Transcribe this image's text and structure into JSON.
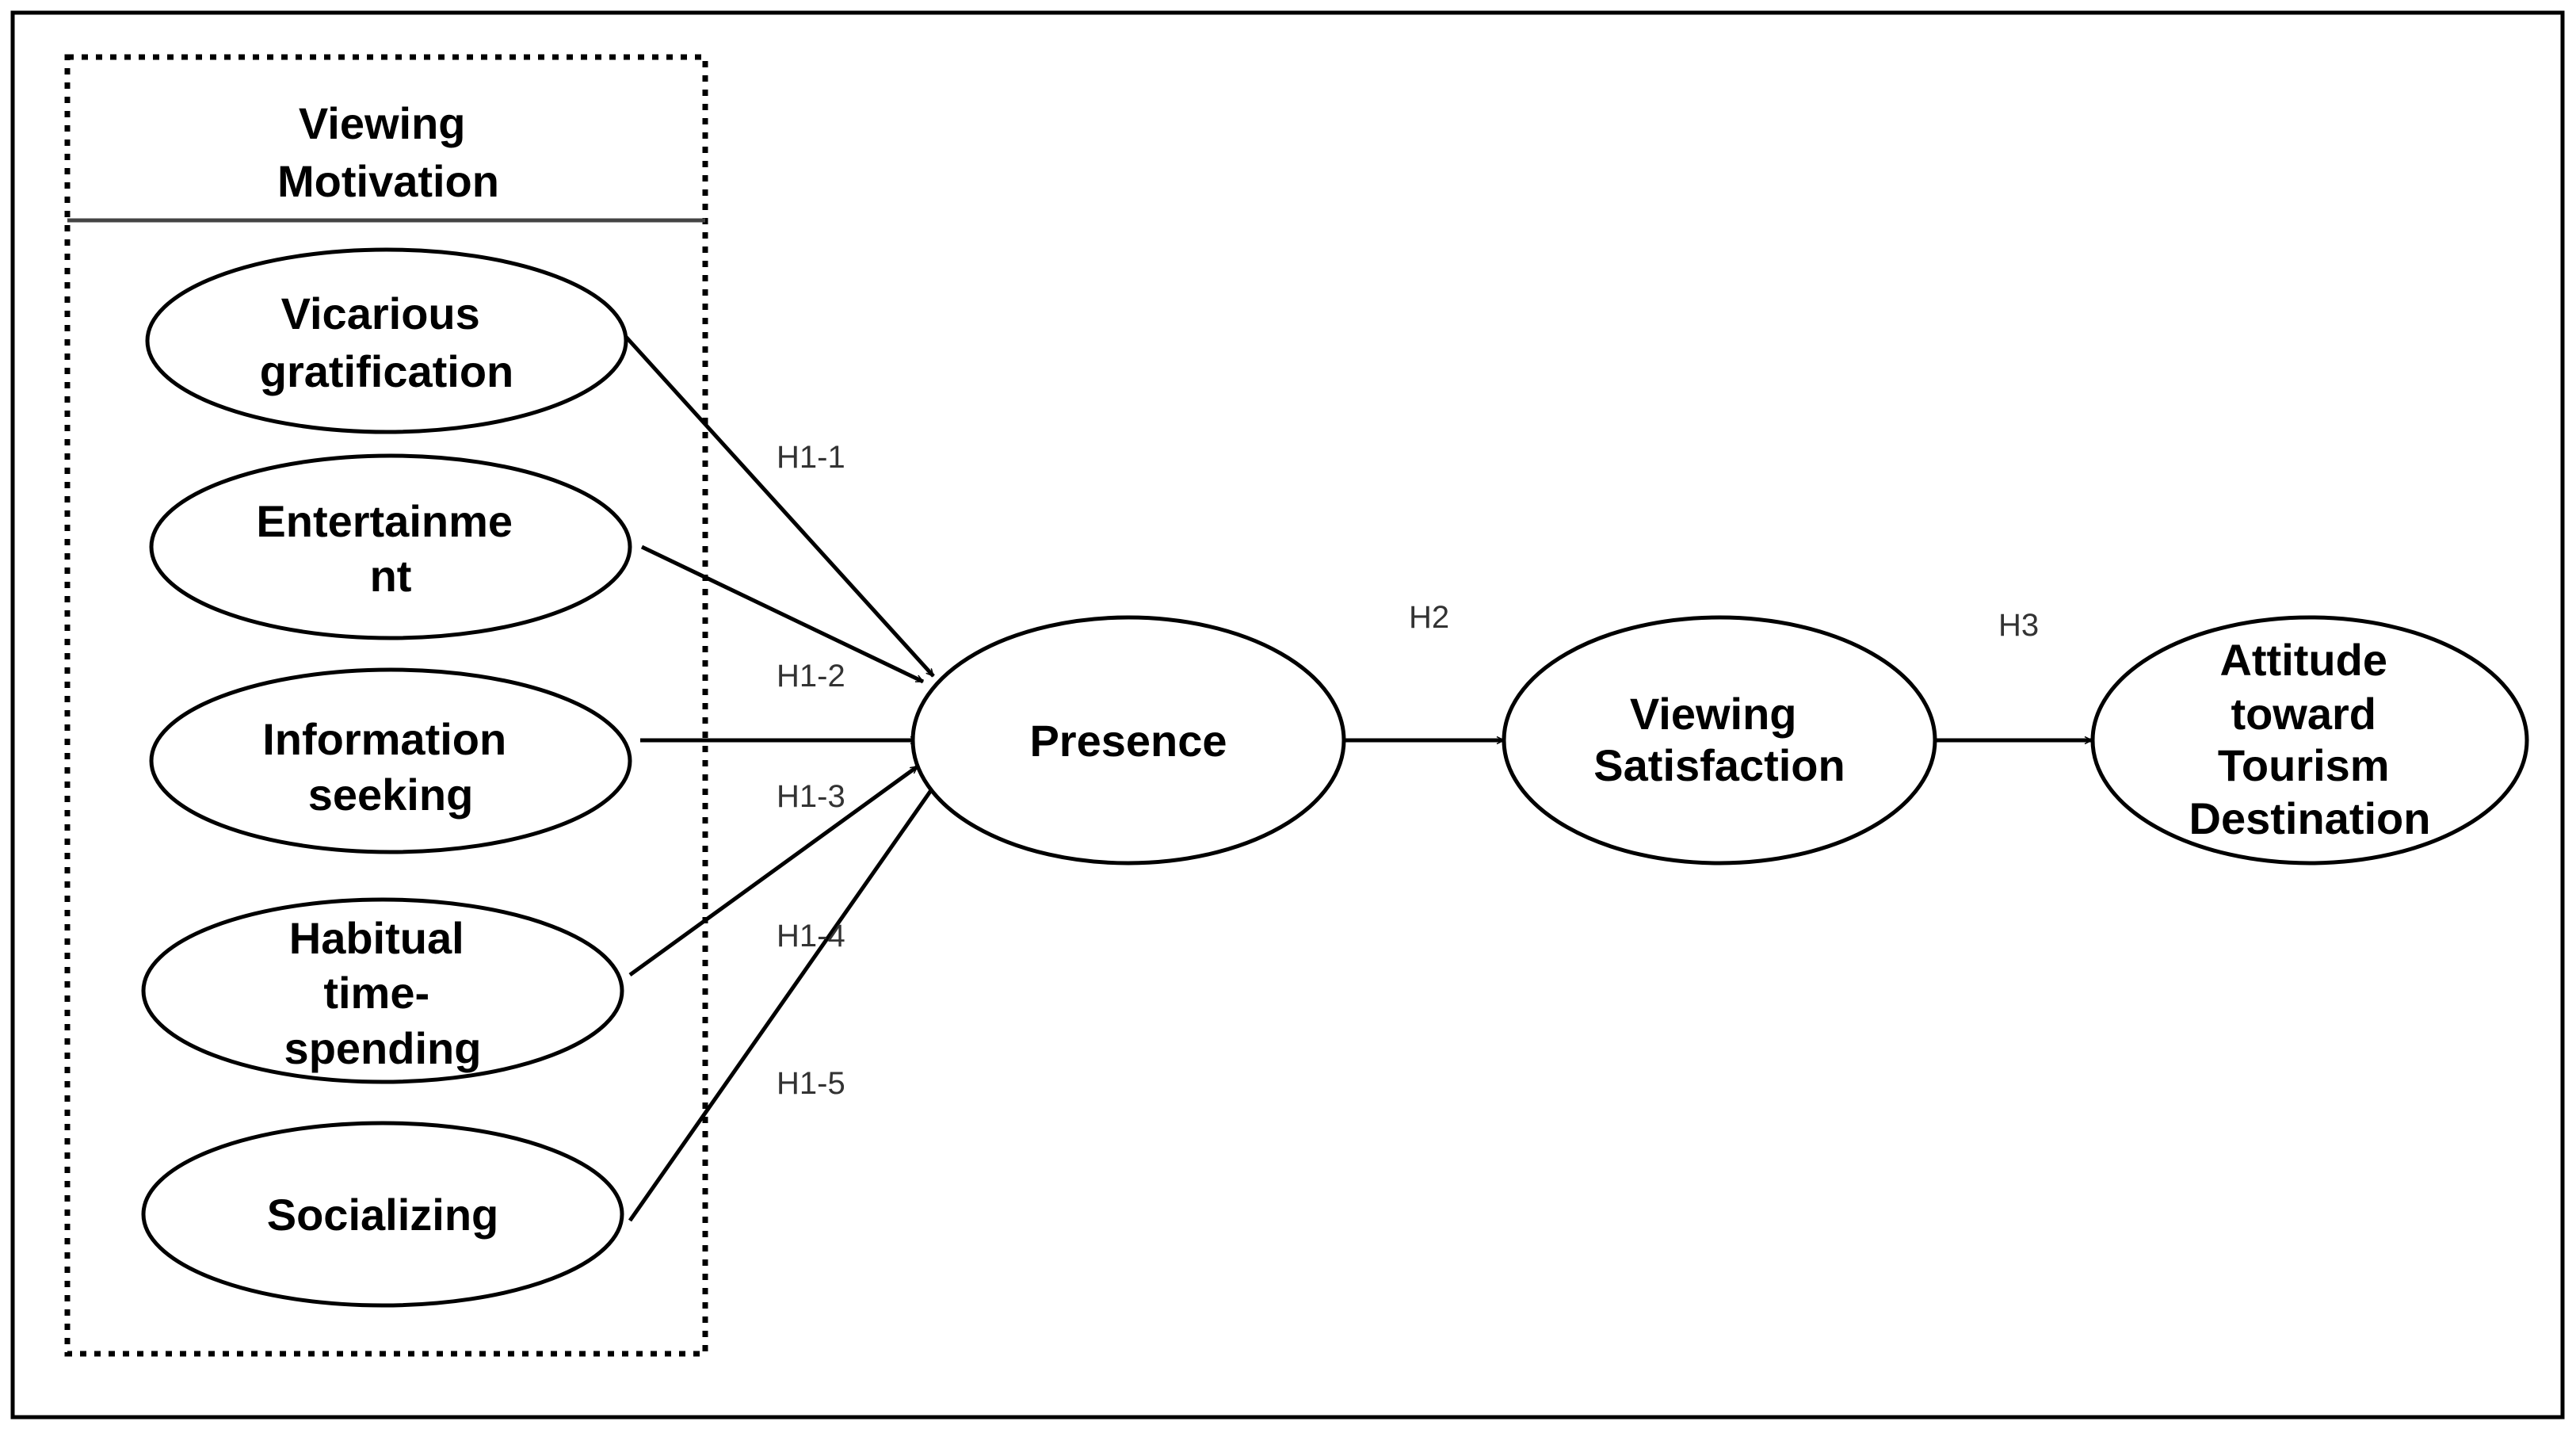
{
  "group": {
    "title_lines": [
      "Viewing",
      "Motivation"
    ]
  },
  "nodes": {
    "vicarious": {
      "lines": [
        "Vicarious",
        "gratification"
      ]
    },
    "entertainment": {
      "lines": [
        "Entertainme",
        "nt"
      ]
    },
    "information": {
      "lines": [
        "Information",
        "seeking"
      ]
    },
    "habitual": {
      "lines": [
        "Habitual",
        "time-",
        "spending"
      ]
    },
    "socializing": {
      "lines": [
        "Socializing"
      ]
    },
    "presence": {
      "lines": [
        "Presence"
      ]
    },
    "satisfaction": {
      "lines": [
        "Viewing",
        "Satisfaction"
      ]
    },
    "attitude": {
      "lines": [
        "Attitude",
        "toward",
        "Tourism",
        "Destination"
      ]
    }
  },
  "edges": {
    "h1_1": "H1-1",
    "h1_2": "H1-2",
    "h1_3": "H1-3",
    "h1_4": "H1-4",
    "h1_5": "H1-5",
    "h2": "H2",
    "h3": "H3"
  }
}
